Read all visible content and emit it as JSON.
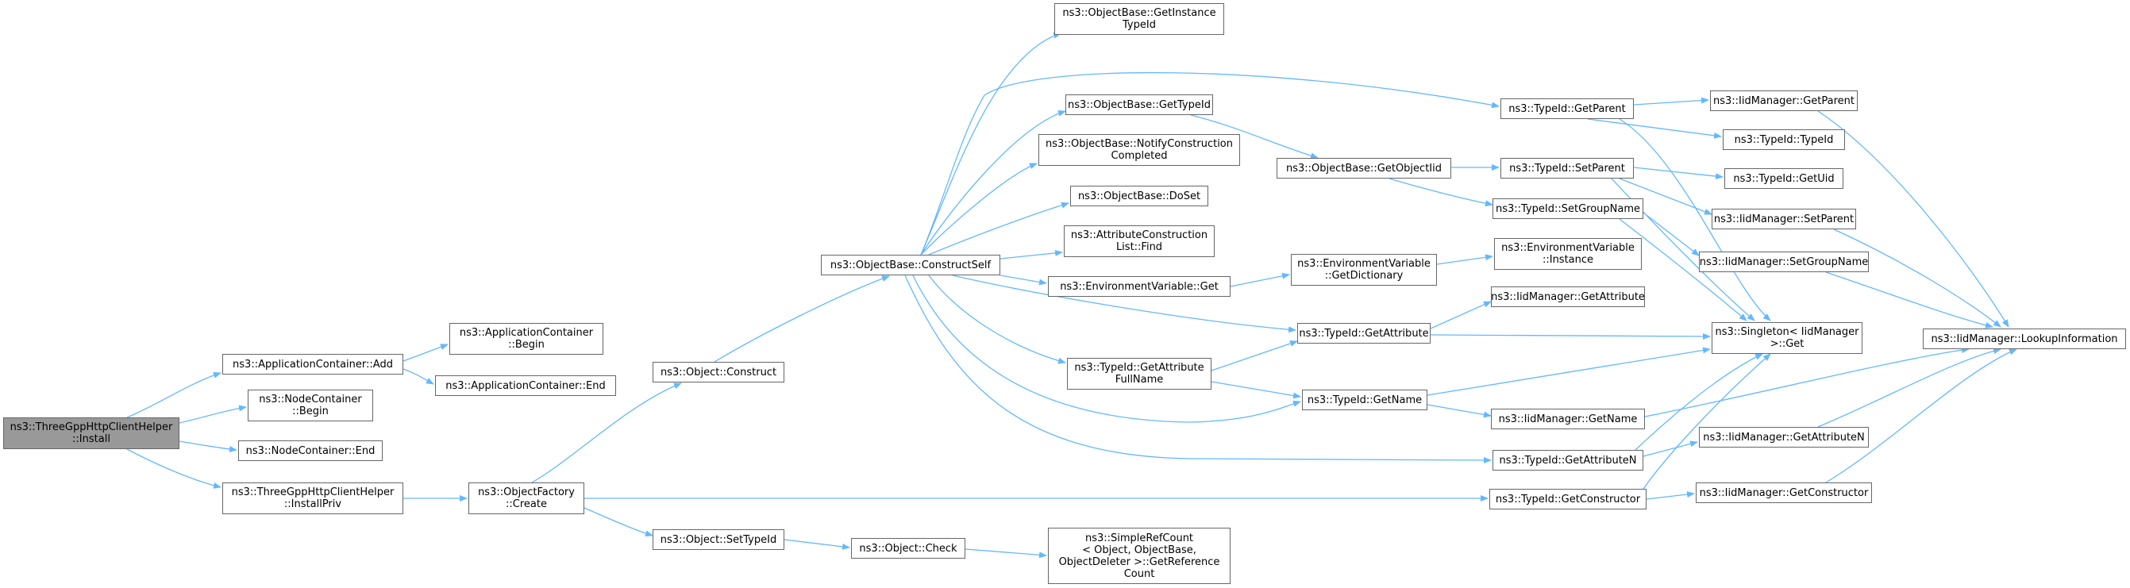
{
  "colors": {
    "edge": "#63b8ff",
    "node_border": "#666666",
    "root_fill": "#999999",
    "node_fill": "#ffffff"
  },
  "nodes": {
    "n_install": {
      "lines": [
        "ns3::ThreeGppHttpClientHelper",
        "::Install"
      ],
      "root": true
    },
    "n_appadd": {
      "lines": [
        "ns3::ApplicationContainer::Add"
      ]
    },
    "n_ncbegin": {
      "lines": [
        "ns3::NodeContainer",
        "::Begin"
      ]
    },
    "n_ncend": {
      "lines": [
        "ns3::NodeContainer::End"
      ]
    },
    "n_installpriv": {
      "lines": [
        "ns3::ThreeGppHttpClientHelper",
        "::InstallPriv"
      ]
    },
    "n_acbegin": {
      "lines": [
        "ns3::ApplicationContainer",
        "::Begin"
      ]
    },
    "n_acend": {
      "lines": [
        "ns3::ApplicationContainer::End"
      ]
    },
    "n_ofcreate": {
      "lines": [
        "ns3::ObjectFactory",
        "::Create"
      ]
    },
    "n_objconstruct": {
      "lines": [
        "ns3::Object::Construct"
      ]
    },
    "n_objsettypeid": {
      "lines": [
        "ns3::Object::SetTypeId"
      ]
    },
    "n_constructself": {
      "lines": [
        "ns3::ObjectBase::ConstructSelf"
      ]
    },
    "n_objcheck": {
      "lines": [
        "ns3::Object::Check"
      ]
    },
    "n_getinstancetypeid": {
      "lines": [
        "ns3::ObjectBase::GetInstance",
        "TypeId"
      ]
    },
    "n_gettypeid": {
      "lines": [
        "ns3::ObjectBase::GetTypeId"
      ]
    },
    "n_notifyconstruction": {
      "lines": [
        "ns3::ObjectBase::NotifyConstruction",
        "Completed"
      ]
    },
    "n_doset": {
      "lines": [
        "ns3::ObjectBase::DoSet"
      ]
    },
    "n_attrconstructionfind": {
      "lines": [
        "ns3::AttributeConstruction",
        "List::Find"
      ]
    },
    "n_envget": {
      "lines": [
        "ns3::EnvironmentVariable::Get"
      ]
    },
    "n_getattributefullname": {
      "lines": [
        "ns3::TypeId::GetAttribute",
        "FullName"
      ]
    },
    "n_simplerefcount": {
      "lines": [
        "ns3::SimpleRefCount",
        "< Object, ObjectBase,",
        "ObjectDeleter >::GetReference",
        "Count"
      ]
    },
    "n_getobjectiid": {
      "lines": [
        "ns3::ObjectBase::GetObjectIid"
      ]
    },
    "n_envgetdictionary": {
      "lines": [
        "ns3::EnvironmentVariable",
        "::GetDictionary"
      ]
    },
    "n_tidgetattribute": {
      "lines": [
        "ns3::TypeId::GetAttribute"
      ]
    },
    "n_tidgetname": {
      "lines": [
        "ns3::TypeId::GetName"
      ]
    },
    "n_tidgetparent": {
      "lines": [
        "ns3::TypeId::GetParent"
      ]
    },
    "n_tidsetparent": {
      "lines": [
        "ns3::TypeId::SetParent"
      ]
    },
    "n_tidsetgroupname": {
      "lines": [
        "ns3::TypeId::SetGroupName"
      ]
    },
    "n_envinstance": {
      "lines": [
        "ns3::EnvironmentVariable",
        "::Instance"
      ]
    },
    "n_iidgetattribute": {
      "lines": [
        "ns3::IidManager::GetAttribute"
      ]
    },
    "n_iidgetname": {
      "lines": [
        "ns3::IidManager::GetName"
      ]
    },
    "n_tidgetattributen": {
      "lines": [
        "ns3::TypeId::GetAttributeN"
      ]
    },
    "n_tidgetconstructor": {
      "lines": [
        "ns3::TypeId::GetConstructor"
      ]
    },
    "n_iidgetparent": {
      "lines": [
        "ns3::IidManager::GetParent"
      ]
    },
    "n_tidtypeid": {
      "lines": [
        "ns3::TypeId::TypeId"
      ]
    },
    "n_tidgetuid": {
      "lines": [
        "ns3::TypeId::GetUid"
      ]
    },
    "n_iidsetparent": {
      "lines": [
        "ns3::IidManager::SetParent"
      ]
    },
    "n_iidsetgroupname": {
      "lines": [
        "ns3::IidManager::SetGroupName"
      ]
    },
    "n_singletonget": {
      "lines": [
        "ns3::Singleton< IidManager",
        " >::Get"
      ]
    },
    "n_iidgetattributen": {
      "lines": [
        "ns3::IidManager::GetAttributeN"
      ]
    },
    "n_iidgetconstructor": {
      "lines": [
        "ns3::IidManager::GetConstructor"
      ]
    },
    "n_iidlookup": {
      "lines": [
        "ns3::IidManager::LookupInformation"
      ]
    }
  }
}
